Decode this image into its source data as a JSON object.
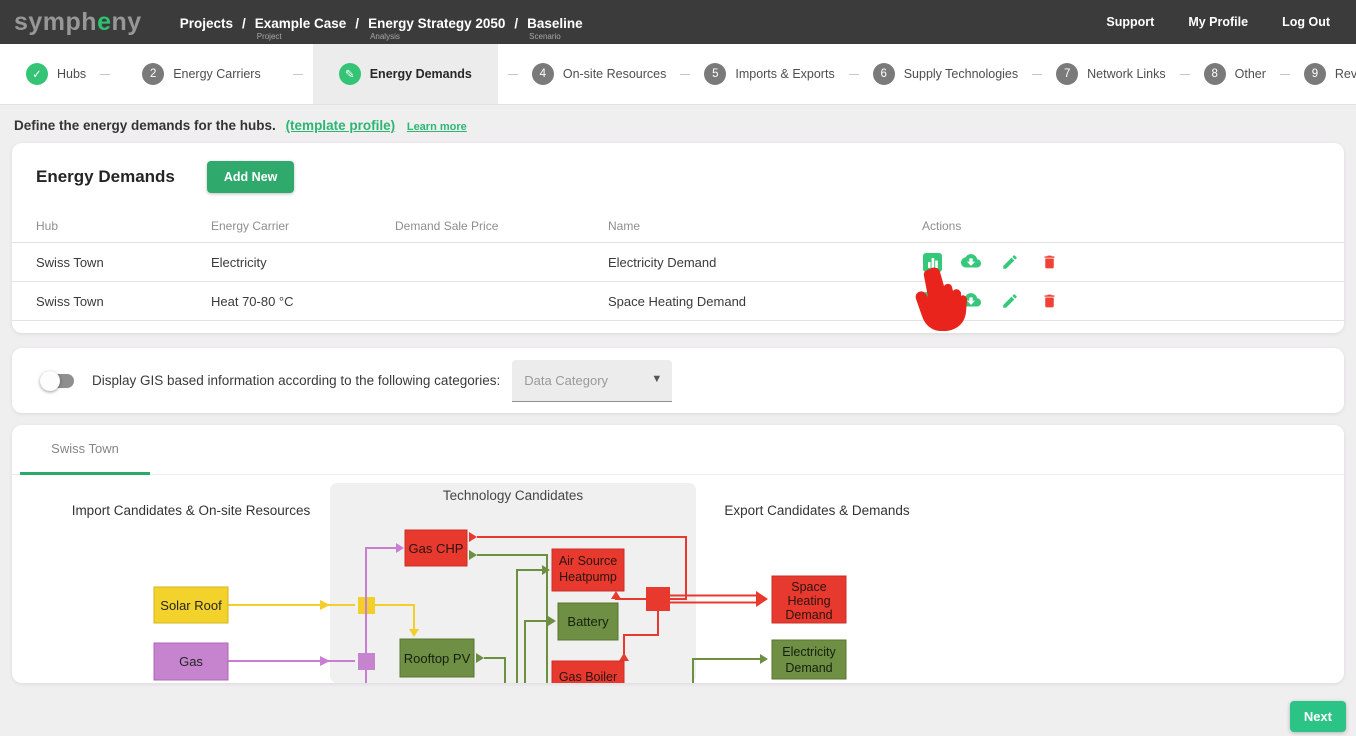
{
  "topbar": {
    "logo": "sympheny",
    "breadcrumb": [
      {
        "label": "Projects",
        "sub": ""
      },
      {
        "label": "Example Case",
        "sub": "Project"
      },
      {
        "label": "Energy Strategy 2050",
        "sub": "Analysis"
      },
      {
        "label": "Baseline",
        "sub": "Scenario"
      }
    ],
    "sep": "/",
    "links": {
      "support": "Support",
      "my_profile": "My Profile",
      "log_out": "Log Out"
    }
  },
  "stepper": {
    "steps": [
      {
        "num": "1",
        "label": "Hubs",
        "state": "done"
      },
      {
        "num": "2",
        "label": "Energy Carriers",
        "state": "todo"
      },
      {
        "num": "3",
        "label": "Energy Demands",
        "state": "active"
      },
      {
        "num": "4",
        "label": "On-site Resources",
        "state": "todo"
      },
      {
        "num": "5",
        "label": "Imports & Exports",
        "state": "todo"
      },
      {
        "num": "6",
        "label": "Supply Technologies",
        "state": "todo"
      },
      {
        "num": "7",
        "label": "Network Links",
        "state": "todo"
      },
      {
        "num": "8",
        "label": "Other",
        "state": "todo"
      },
      {
        "num": "9",
        "label": "Review Setup",
        "state": "todo"
      }
    ]
  },
  "icons": {
    "check": "✓",
    "pencil": "✎",
    "caret_down": "▼"
  },
  "intro": {
    "text": "Define the energy demands for the hubs.",
    "template_link": "(template profile)",
    "learn_more": "Learn more"
  },
  "demands": {
    "title": "Energy Demands",
    "add_button": "Add New",
    "columns": {
      "hub": "Hub",
      "carrier": "Energy Carrier",
      "price": "Demand Sale Price",
      "name": "Name",
      "actions": "Actions"
    },
    "rows": [
      {
        "hub": "Swiss Town",
        "carrier": "Electricity",
        "price": "",
        "name": "Electricity Demand"
      },
      {
        "hub": "Swiss Town",
        "carrier": "Heat 70-80 °C",
        "price": "",
        "name": "Space Heating Demand"
      }
    ]
  },
  "gis": {
    "label": "Display GIS based information according to the following categories:",
    "select_placeholder": "Data Category"
  },
  "diagram": {
    "tab": "Swiss Town",
    "left_title": "Import Candidates & On-site Resources",
    "center_title": "Technology Candidates",
    "right_title": "Export Candidates & Demands",
    "nodes": {
      "solar_roof": "Solar Roof",
      "gas": "Gas",
      "gas_chp": "Gas CHP",
      "air_source_1": "Air Source",
      "air_source_2": "Heatpump",
      "battery": "Battery",
      "rooftop_pv": "Rooftop PV",
      "gas_boiler": "Gas Boiler",
      "space_heating_1": "Space",
      "space_heating_2": "Heating",
      "space_heating_3": "Demand",
      "electricity_1": "Electricity",
      "electricity_2": "Demand"
    }
  },
  "footer": {
    "next_button": "Next"
  },
  "colors": {
    "topbar_bg": "#3b3b3b",
    "accent_green": "#2fa96c",
    "bright_green": "#2cc387",
    "link_green": "#2db673",
    "step_green": "#35c475",
    "step_gray": "#7a7a7a",
    "node_red": "#e8392e",
    "node_olive": "#6e8f44",
    "node_yellow": "#f2d028",
    "node_purple": "#c584cd",
    "icon_green": "#35c77a",
    "icon_red": "#ef4136",
    "cursor_red": "#e8241d"
  }
}
